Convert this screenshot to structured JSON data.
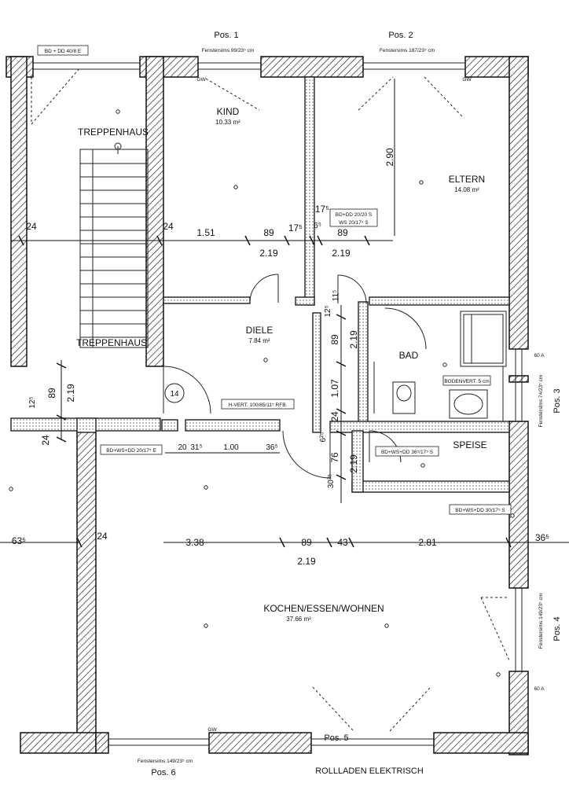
{
  "positions": {
    "pos1": "Pos. 1",
    "pos2": "Pos. 2",
    "pos3": "Pos. 3",
    "pos4": "Pos. 4",
    "pos5": "Pos. 5",
    "pos6": "Pos. 6"
  },
  "rooms": {
    "treppenhaus": "TREPPENHAUS",
    "kind": "KIND",
    "kind_area": "10.33 m²",
    "eltern": "ELTERN",
    "eltern_area": "14.08 m²",
    "diele": "DIELE",
    "diele_area": "7.84 m²",
    "bad": "BAD",
    "speise": "SPEISE",
    "kochen": "KOCHEN/ESSEN/WOHNEN",
    "kochen_area": "37.66 m²"
  },
  "notes": {
    "fenster_pos1": "Fenstersims 99/23⁵ cm",
    "fenster_pos2": "Fenstersims 187/23⁵ cm",
    "fenster_pos3": "Fenstersims 74/23⁵ cm",
    "fenster_pos4": "Fenstersims 149/23⁵ cm",
    "fenster_pos6": "Fenstersims 149/23⁵ cm",
    "bd_dd_40": "BD + DD 40/8 E",
    "bd_dd_20": "BD+DD 20/20 S",
    "ws_20": "WS 20/17⁵ S",
    "bd_ws_20": "BD+WS+DD 20/17⁵ E",
    "bd_ws_36": "BD+WS+DD 36⁵/17⁵ S",
    "bd_ws_30": "BD+WS+DD 30/17⁵ S",
    "h_vert": "H-VERT. 100/85/11⁵ RFB.",
    "bodenvert": "BODENVERT. 5 cm",
    "rollladen": "ROLLLADEN ELEKTRISCH",
    "gw": "GW",
    "sixty_a": "60 A",
    "step_no": "14"
  },
  "dimensions": {
    "d24": "24",
    "d151": "1.51",
    "d89": "89",
    "d17_5": "17⁵",
    "d6_5": "6⁵",
    "d219": "2.19",
    "d290": "2.90",
    "d11_5": "11⁵",
    "d12_5": "12⁵",
    "d107": "1.07",
    "d6_25": "6²⁵",
    "d76": "76",
    "d30_25": "30²⁵",
    "d20": "20",
    "d31_5": "31⁵",
    "d100": "1.00",
    "d36_5": "36⁵",
    "d63_5": "63⁵",
    "d338": "3.38",
    "d43": "43",
    "d281": "2.81"
  }
}
